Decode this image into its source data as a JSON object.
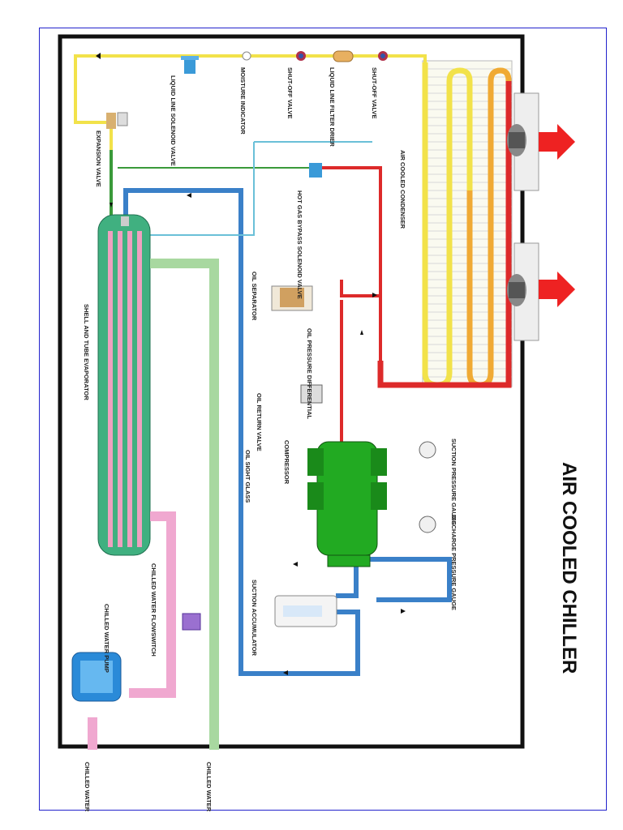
{
  "title": "AIR COOLED CHILLER",
  "labels": {
    "condenser": "AIR COOLED CONDENSER",
    "evaporator": "SHELL AND TUBE EVAPORATOR",
    "compressor": "COMPRESSOR",
    "shutoff_valve_1": "SHUT-OFF VALVE",
    "filter_drier": "LIQUID LINE FILTER DRIER",
    "shutoff_valve_2": "SHUT-OFF VALVE",
    "moisture_indicator": "MOISTURE INDICATOR",
    "solenoid_valve": "LIQUID LINE SOLENOID VALVE",
    "expansion_valve": "EXPANSION VALVE",
    "hot_gas_bypass": "HOT GAS BYPASS SOLENOID VALVE",
    "oil_separator": "OIL SEPARATOR",
    "oil_pressure_diff": "OIL PRESSURE DIFFERENTIAL",
    "oil_return_valve": "OIL RETURN VALVE",
    "oil_sight_glass": "OIL SIGHT GLASS",
    "suction_gauge": "SUCTION PRESSURE GAUGE",
    "discharge_gauge": "DISCHARGE PRESSURE GAUGE",
    "suction_accumulator": "SUCTION ACCUMULATOR",
    "flowswitch": "CHILLED WATER FLOWSWITCH",
    "pump": "CHILLED WATER PUMP",
    "water_supply": "CHILLED WATER SUPPLY",
    "water_return": "CHILLED WATER RETURN"
  },
  "colors": {
    "liquid_line": "#f0e040",
    "hot_gas": "#dd2222",
    "suction": "#3a8fd0",
    "chilled_supply": "#a8d8a0",
    "chilled_return": "#f0a8d0",
    "compressor": "#22aa22",
    "fan_arrow": "#ee2222",
    "cabinet": "#111111"
  }
}
